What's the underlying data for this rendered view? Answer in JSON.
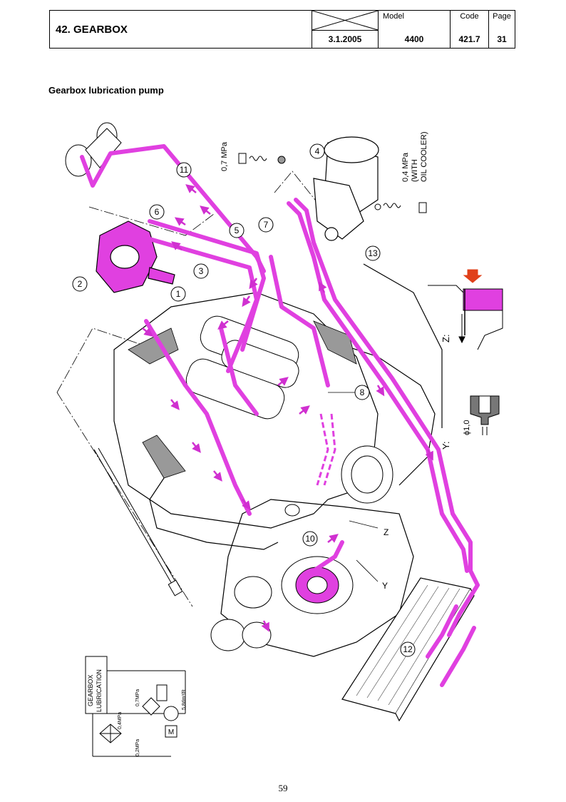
{
  "header": {
    "title": "42. GEARBOX",
    "date": "3.1.2005",
    "model_label": "Model",
    "model_value": "4400",
    "code_label": "Code",
    "code_value": "421.7",
    "page_label": "Page",
    "page_value": "31"
  },
  "section_title": "Gearbox lubrication pump",
  "callouts": [
    "1",
    "2",
    "3",
    "4",
    "5",
    "6",
    "7",
    "8",
    "10",
    "11",
    "12",
    "13"
  ],
  "annotations": {
    "pressure_valve": "0,7 MPa",
    "cooler_valve_1": "0,4 MPa",
    "cooler_valve_2": "(WITH",
    "cooler_valve_3": "OIL COOLER)",
    "detail_z": "Z:",
    "detail_y": "Y:",
    "orifice": "ϕ1,0",
    "marker_z": "Z",
    "marker_y": "Y"
  },
  "schematic": {
    "title_1": "GEARBOX",
    "title_2": "LUBRICATION",
    "p1": "0,4MPa",
    "p2": "0,7MPa",
    "p3": "0,2MPa",
    "flow": "5,8dm³/R",
    "motor": "M"
  },
  "colors": {
    "oil": "#e040e0",
    "arrow": "#e0401a",
    "line": "#000000"
  },
  "page_number": "59"
}
